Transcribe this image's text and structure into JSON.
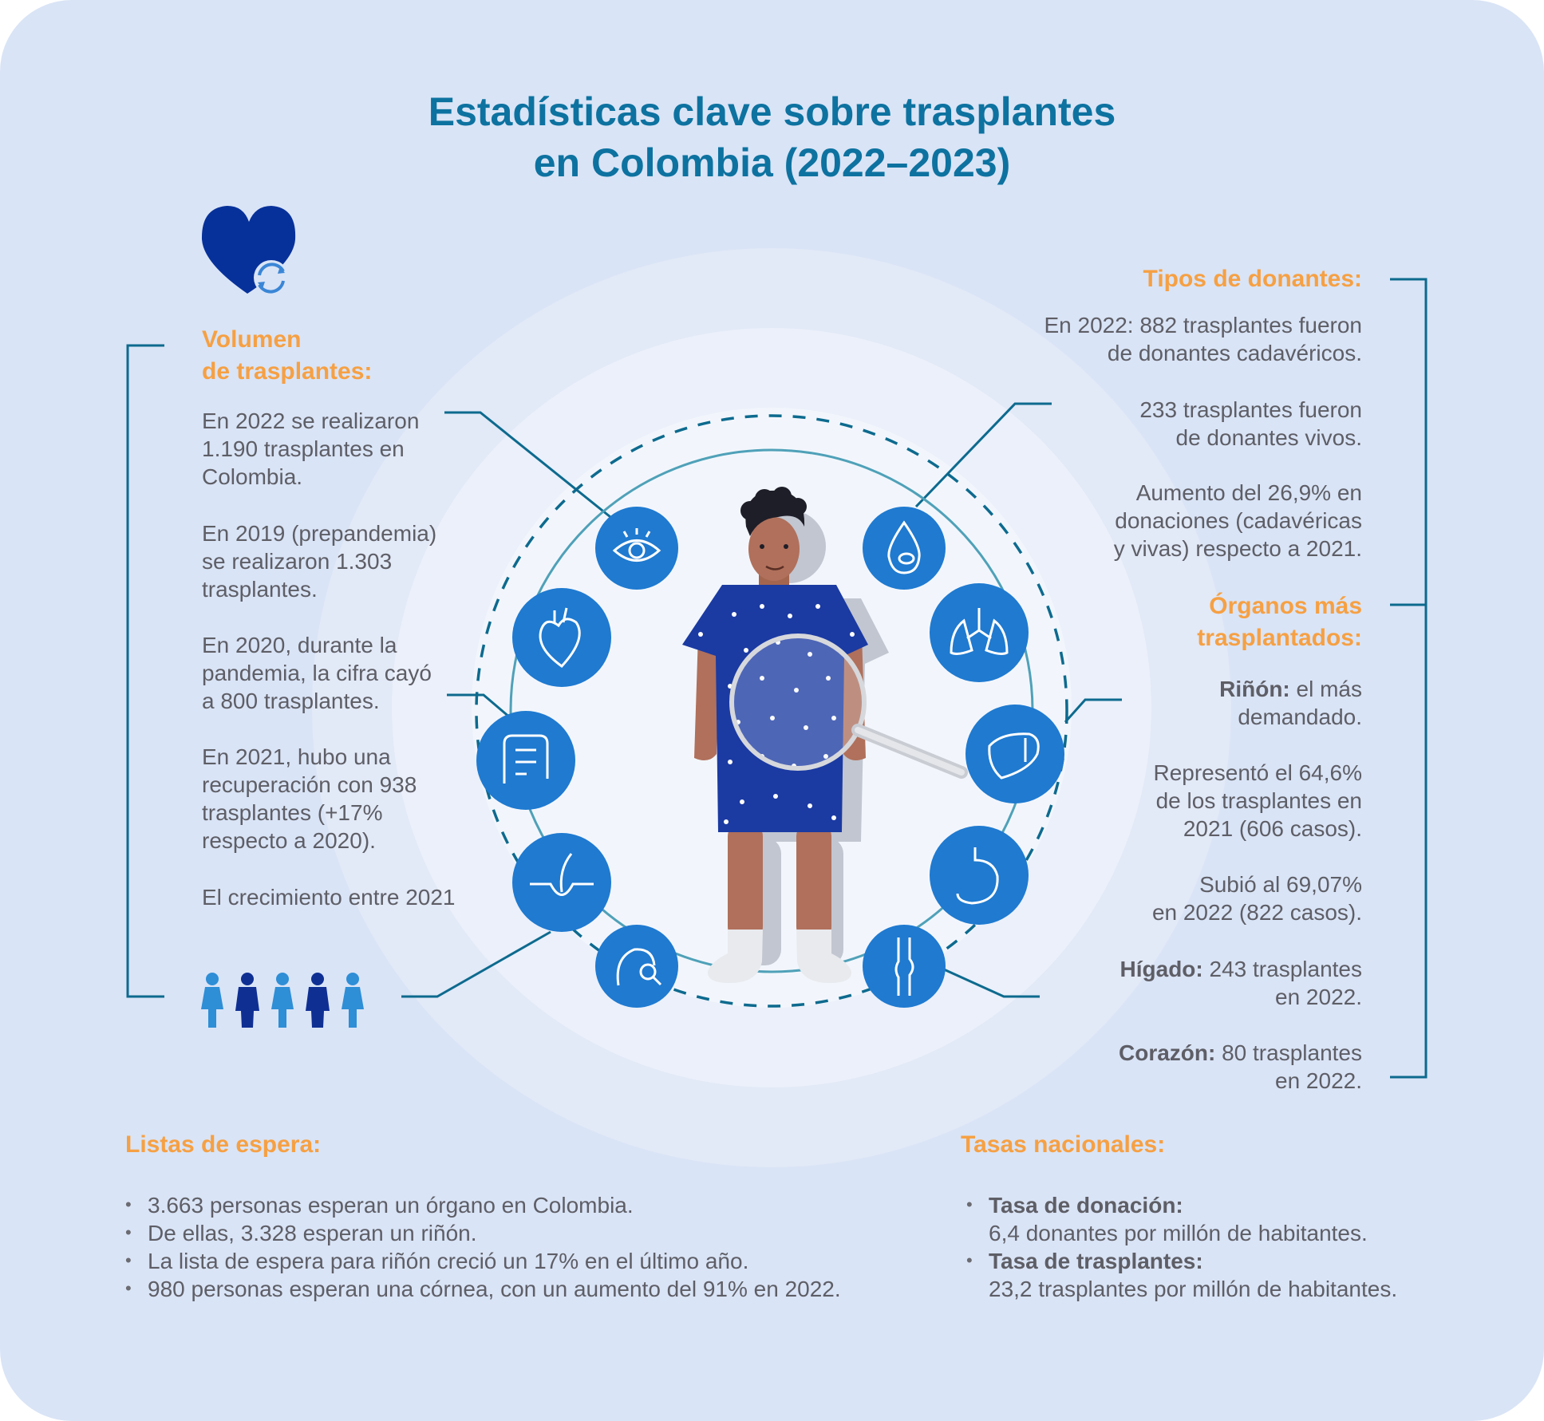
{
  "title": {
    "line1": "Estadísticas clave sobre trasplantes",
    "line2": "en Colombia (2022–2023)"
  },
  "icons": [
    "heart-refresh-icon",
    "eye-icon",
    "heart-organ-icon",
    "intestine-icon",
    "skin-hair-icon",
    "face-magnifier-icon",
    "blood-drop-icon",
    "lungs-icon",
    "liver-icon",
    "stomach-icon",
    "knee-joint-icon",
    "people-icon"
  ],
  "colors": {
    "title": "#0d72a0",
    "heading": "#f6a043",
    "text": "#5e5e66",
    "icon_circle": "#1f7ad0",
    "gown": "#1b3aa2",
    "bracket": "#0d6a8e"
  },
  "volumen": {
    "heading_line1": "Volumen",
    "heading_line2": "de trasplantes:",
    "p1": [
      "En 2022 se realizaron",
      "1.190 trasplantes en",
      "Colombia."
    ],
    "p2": [
      "En 2019 (prepandemia)",
      "se realizaron 1.303",
      "trasplantes."
    ],
    "p3": [
      "En 2020, durante la",
      "pandemia, la cifra cayó",
      "a 800 trasplantes."
    ],
    "p4": [
      "En 2021, hubo una",
      "recuperación con 938",
      "trasplantes (+17%",
      "respecto a 2020)."
    ],
    "p5": "El crecimiento entre 2021"
  },
  "donantes": {
    "heading": "Tipos de donantes:",
    "p1": [
      "En 2022: 882 trasplantes fueron",
      "de donantes cadavéricos."
    ],
    "p2": [
      "233 trasplantes fueron",
      "de donantes vivos."
    ],
    "p3": [
      "Aumento del 26,9% en",
      "donaciones (cadavéricas",
      "y vivas) respecto a 2021."
    ]
  },
  "organos": {
    "heading_line1": "Órganos más",
    "heading_line2": "trasplantados:",
    "rinon_label": "Riñón:",
    "rinon_text1": " el más",
    "rinon_text2": "demandado.",
    "p2": [
      "Representó el 64,6%",
      "de los trasplantes en",
      "2021 (606 casos)."
    ],
    "p3": [
      "Subió al 69,07%",
      "en 2022 (822 casos)."
    ],
    "higado_label": "Hígado:",
    "higado_text1": " 243 trasplantes",
    "higado_text2": "en 2022.",
    "corazon_label": "Corazón:",
    "corazon_text1": " 80 trasplantes",
    "corazon_text2": "en 2022."
  },
  "espera": {
    "heading": "Listas de espera:",
    "items": [
      "3.663 personas esperan un órgano en Colombia.",
      "De ellas, 3.328 esperan un riñón.",
      "La lista de espera para riñón creció un 17% en el último año.",
      "980 personas esperan una córnea, con un aumento del 91% en 2022."
    ]
  },
  "tasas": {
    "heading": "Tasas nacionales:",
    "donacion_label": "Tasa de donación:",
    "donacion_value": "6,4 donantes por millón de habitantes.",
    "trasplantes_label": "Tasa de trasplantes:",
    "trasplantes_value": "23,2 trasplantes por millón de habitantes."
  }
}
